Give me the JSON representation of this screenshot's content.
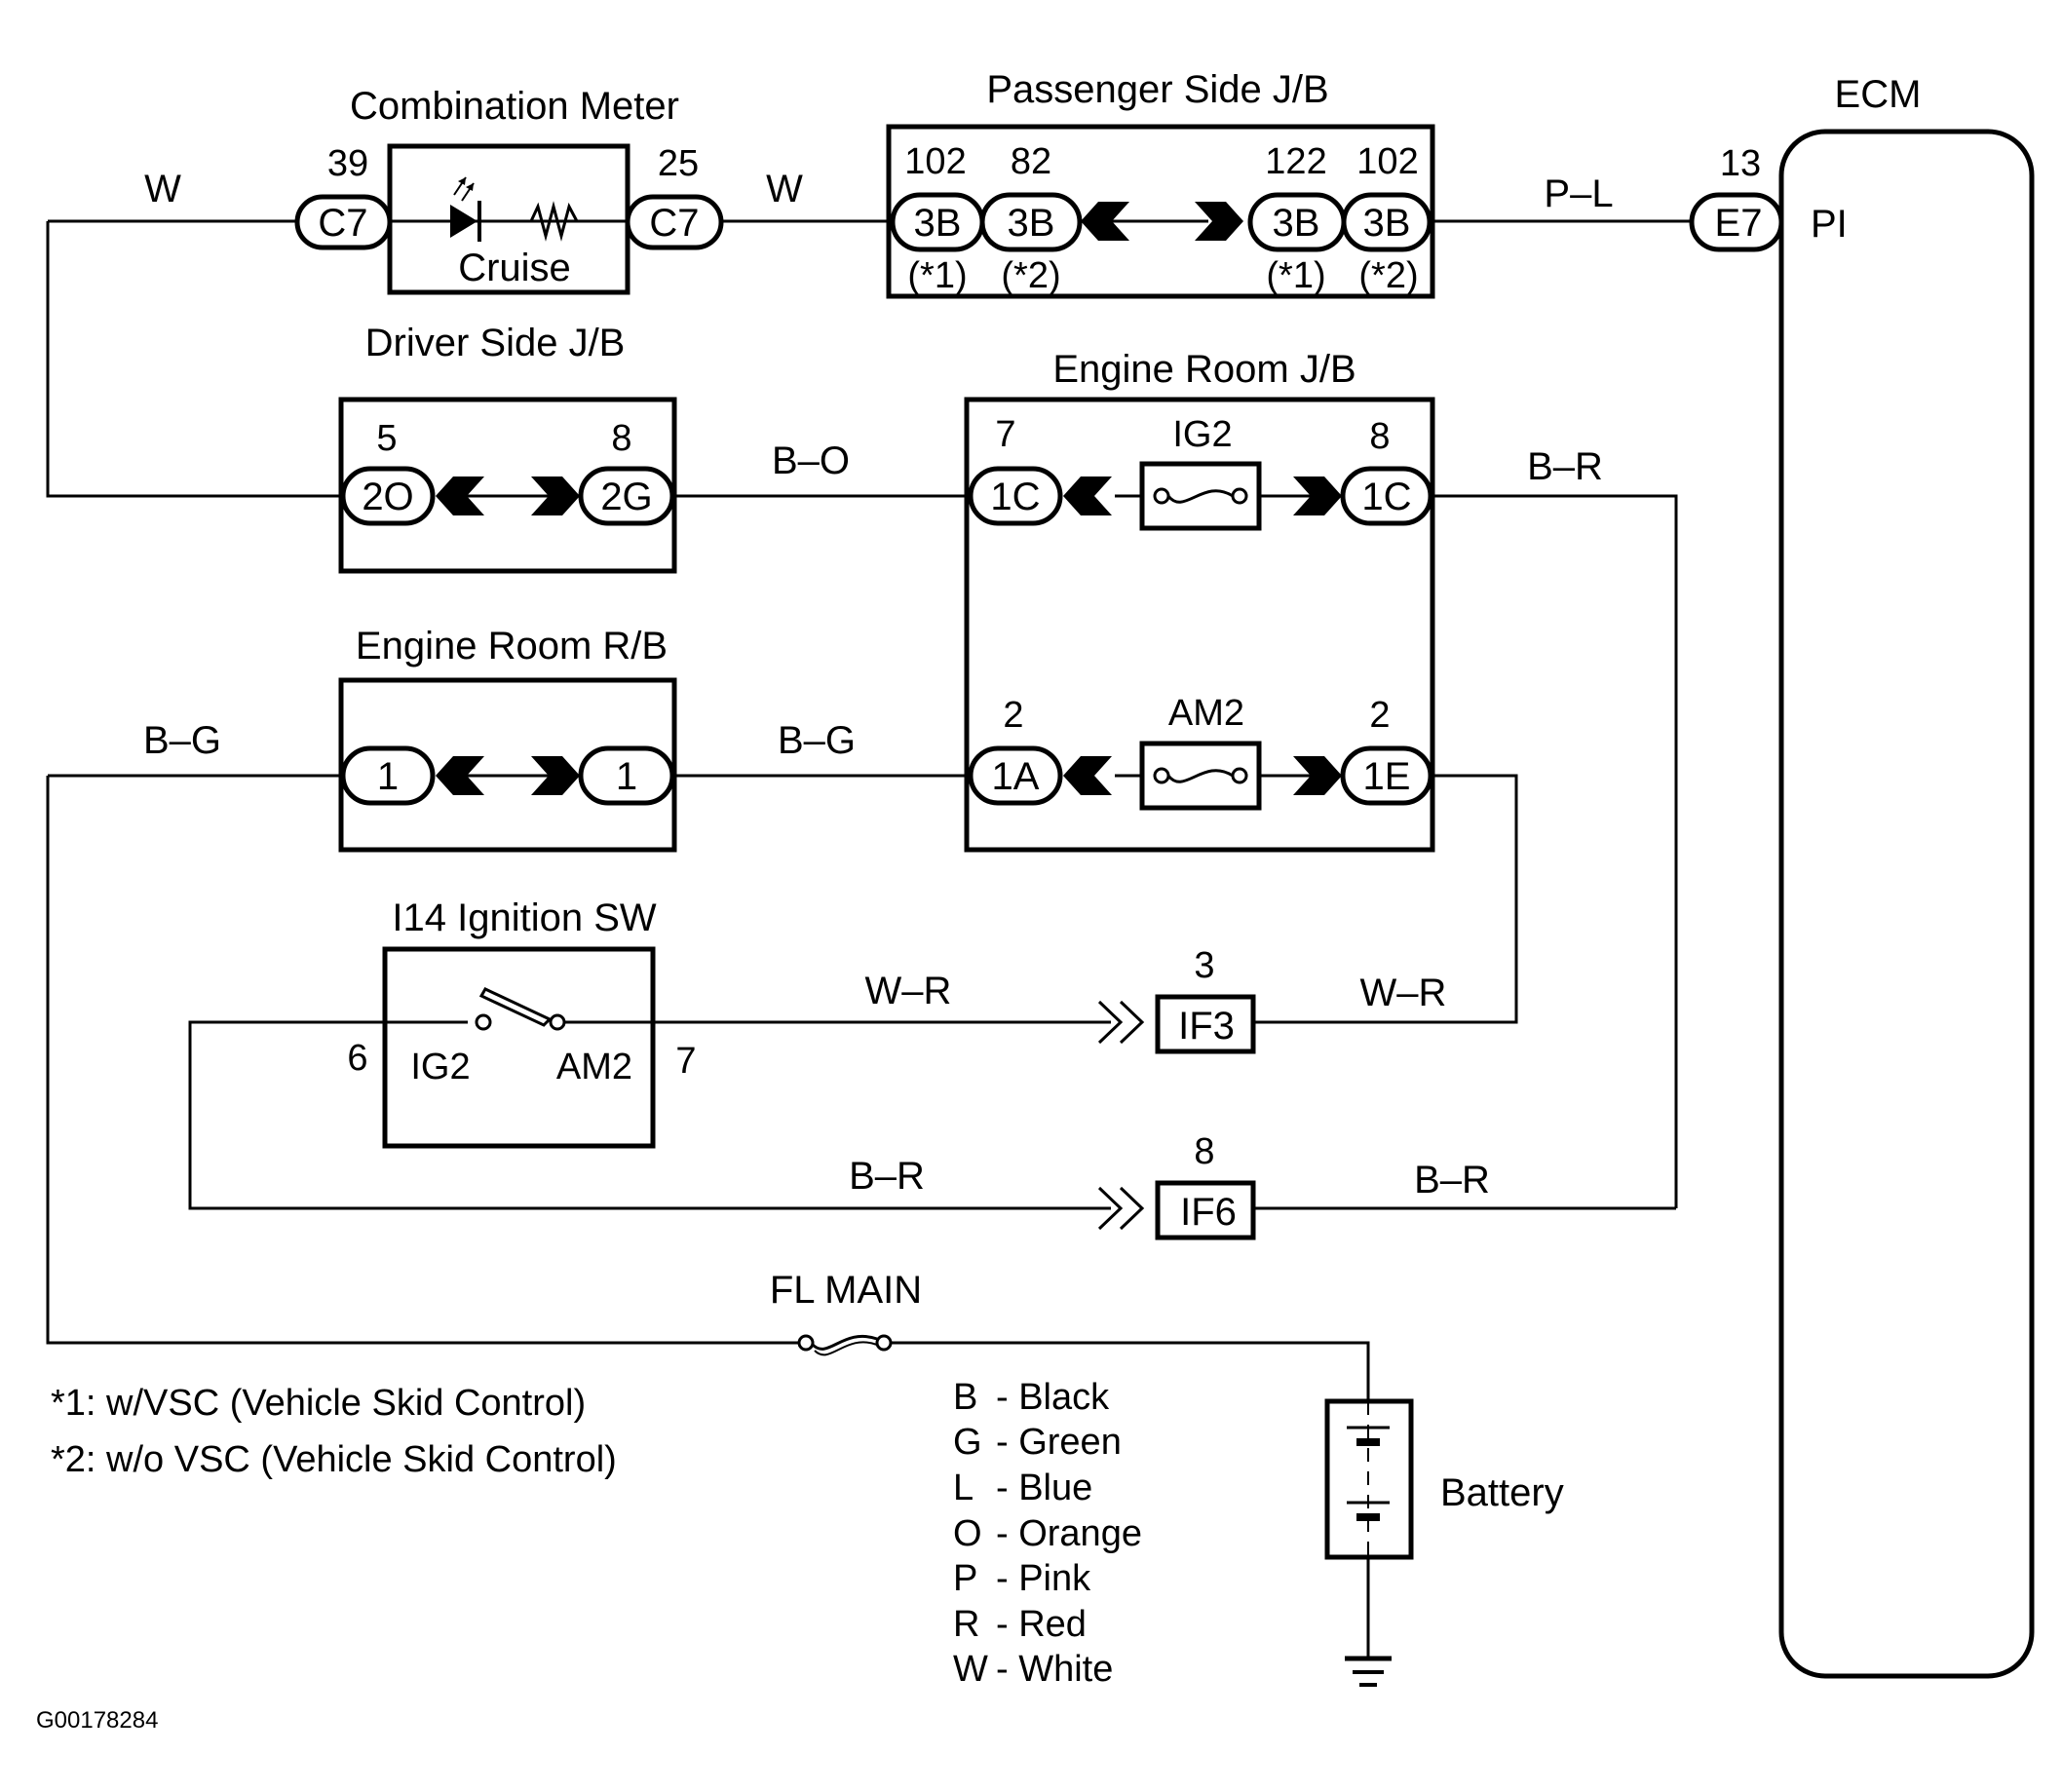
{
  "diagram": {
    "type": "wiring-diagram",
    "figure_id": "G00178284",
    "components": {
      "combination_meter": {
        "title": "Combination Meter",
        "inner_label": "Cruise",
        "left_connector": {
          "pin": "39",
          "code": "C7"
        },
        "right_connector": {
          "pin": "25",
          "code": "C7"
        }
      },
      "passenger_jb": {
        "title": "Passenger Side J/B",
        "connectors": [
          {
            "pin": "102",
            "code": "3B",
            "note": "(*1)"
          },
          {
            "pin": "82",
            "code": "3B",
            "note": "(*2)"
          },
          {
            "pin": "122",
            "code": "3B",
            "note": "(*1)"
          },
          {
            "pin": "102",
            "code": "3B",
            "note": "(*2)"
          }
        ]
      },
      "ecm": {
        "title": "ECM",
        "connector": {
          "pin": "13",
          "code": "E7"
        },
        "terminal": "PI"
      },
      "driver_jb": {
        "title": "Driver Side J/B",
        "left_connector": {
          "pin": "5",
          "code": "2O"
        },
        "right_connector": {
          "pin": "8",
          "code": "2G"
        }
      },
      "engine_room_jb": {
        "title": "Engine Room J/B",
        "fuse_top": "IG2",
        "fuse_bottom": "AM2",
        "top_left": {
          "pin": "7",
          "code": "1C"
        },
        "top_right": {
          "pin": "8",
          "code": "1C"
        },
        "bottom_left": {
          "pin": "2",
          "code": "1A"
        },
        "bottom_right": {
          "pin": "2",
          "code": "1E"
        }
      },
      "engine_room_rb": {
        "title": "Engine Room R/B",
        "left_connector": {
          "code": "1"
        },
        "right_connector": {
          "code": "1"
        }
      },
      "ignition_sw": {
        "title": "I14 Ignition SW",
        "left_pin": "6",
        "right_pin": "7",
        "left_terminal": "IG2",
        "right_terminal": "AM2"
      },
      "if3": {
        "pin": "3",
        "code": "IF3"
      },
      "if6": {
        "pin": "8",
        "code": "IF6"
      },
      "fl_main": {
        "label": "FL MAIN"
      },
      "battery": {
        "label": "Battery"
      }
    },
    "wire_labels": {
      "w_left": "W",
      "w_mid": "W",
      "p_l": "P–L",
      "b_o": "B–O",
      "b_r_top": "B–R",
      "b_g_left": "B–G",
      "b_g_mid": "B–G",
      "w_r_left": "W–R",
      "w_r_right": "W–R",
      "b_r_left": "B–R",
      "b_r_right": "B–R"
    },
    "footnotes": [
      "*1: w/VSC (Vehicle Skid Control)",
      "*2: w/o VSC (Vehicle Skid Control)"
    ],
    "color_legend": [
      {
        "code": "B",
        "name": "- Black"
      },
      {
        "code": "G",
        "name": "- Green"
      },
      {
        "code": "L",
        "name": "- Blue"
      },
      {
        "code": "O",
        "name": "- Orange"
      },
      {
        "code": "P",
        "name": "- Pink"
      },
      {
        "code": "R",
        "name": "- Red"
      },
      {
        "code": "W",
        "name": "- White"
      }
    ]
  }
}
